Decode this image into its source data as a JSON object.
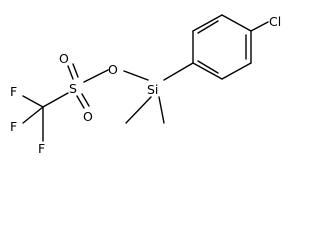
{
  "molecule": {
    "atoms": {
      "chlorine": "Cl",
      "silicon": "Si",
      "ester_oxygen": "O",
      "sulfur": "S",
      "oxo_oxygen_top": "O",
      "oxo_oxygen_bottom": "O",
      "fluorine_top": "F",
      "fluorine_left": "F",
      "fluorine_bottom": "F"
    }
  }
}
